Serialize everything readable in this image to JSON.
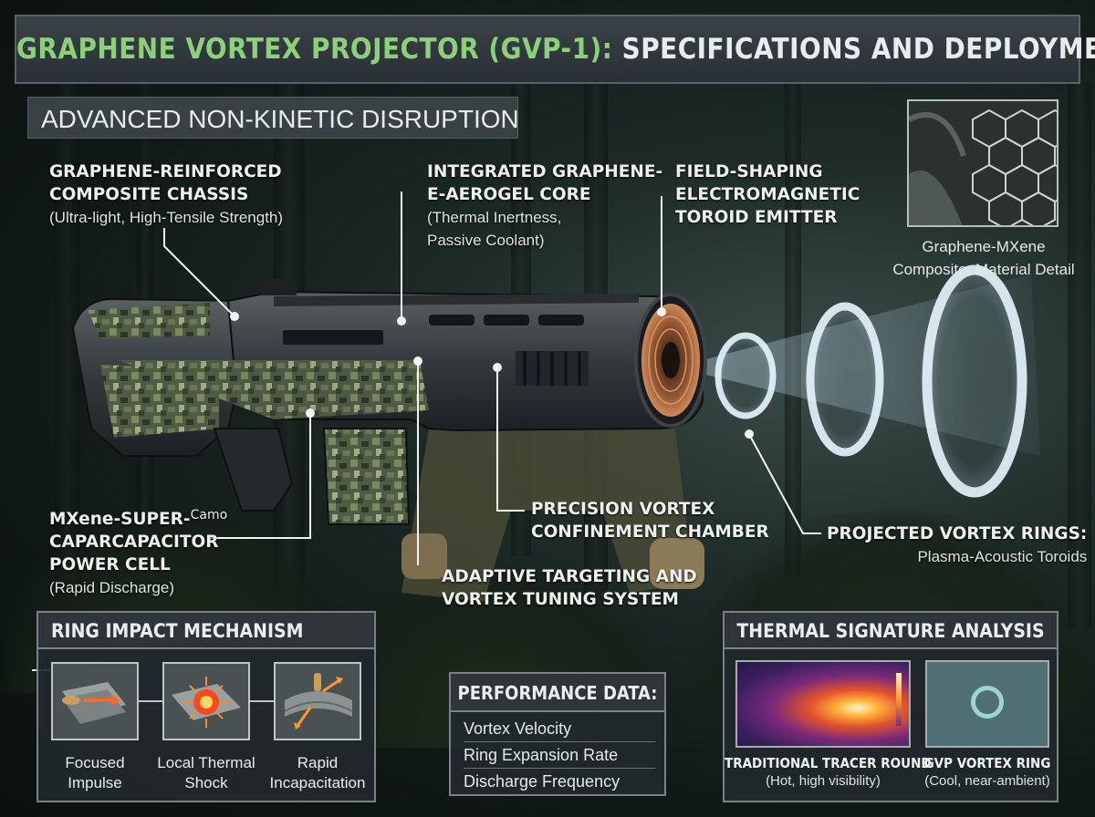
{
  "header": {
    "title_accent": "GRAPHENE VORTEX PROJECTOR (GVP-1):",
    "title_rest": "SPECIFICATIONS AND DEPLOYMENT",
    "subtitle": "ADVANCED NON-KINETIC DISRUPTION"
  },
  "callouts": {
    "chassis": {
      "line1": "GRAPHENE-REINFORCED",
      "line2": "COMPOSITE CHASSIS",
      "detail": "(Ultra-light, High-Tensile Strength)"
    },
    "aerogel": {
      "line1": "INTEGRATED GRAPHENE-",
      "line2": "E-AEROGEL CORE",
      "detail1": "(Thermal Inertness,",
      "detail2": "Passive Coolant)"
    },
    "emitter": {
      "line1": "FIELD-SHAPING",
      "line2": "ELECTROMAGNETIC",
      "line3": "TOROID EMITTER"
    },
    "power": {
      "line1": "MXene-SUPER-",
      "tag": "Camo",
      "line2": "CAPARCAPACITOR",
      "line3": "POWER CELL",
      "detail": "(Rapid Discharge)"
    },
    "chamber": {
      "line1": "PRECISION VORTEX",
      "line2": "CONFINEMENT CHAMBER"
    },
    "targeting": {
      "line1": "ADAPTIVE TARGETING AND",
      "line2": "VORTEX TUNING SYSTEM"
    },
    "rings": {
      "line1": "PROJECTED VORTEX RINGS:",
      "detail": "Plasma-Acoustic Toroids"
    }
  },
  "inset": {
    "caption1": "Graphene-MXene",
    "caption2": "Composite: Material Detail"
  },
  "impact_panel": {
    "title": "RING IMPACT MECHANISM",
    "steps": [
      {
        "line1": "Focused",
        "line2": "Impulse",
        "icon": "impulse-icon"
      },
      {
        "line1": "Local Thermal",
        "line2": "Shock",
        "icon": "burst-icon"
      },
      {
        "line1": "Rapid",
        "line2": "Incapacitation",
        "icon": "deflection-icon"
      }
    ]
  },
  "performance_panel": {
    "title": "PERFORMANCE DATA:",
    "rows": [
      "Vortex Velocity",
      "Ring Expansion Rate",
      "Discharge Frequency"
    ]
  },
  "thermal_panel": {
    "title": "THERMAL SIGNATURE ANALYSIS",
    "left": {
      "label": "TRADITIONAL TRACER ROUND",
      "detail": "(Hot, high visibility)"
    },
    "right": {
      "label": "GVP VORTEX RING",
      "detail": "(Cool, near-ambient)"
    }
  },
  "colors": {
    "title_accent": "#8cd07a",
    "panel_bg": "#22282c",
    "panel_border": "#7a8287",
    "ring_glow": "#d9f2ff",
    "coil_copper": "#c87a4a"
  }
}
